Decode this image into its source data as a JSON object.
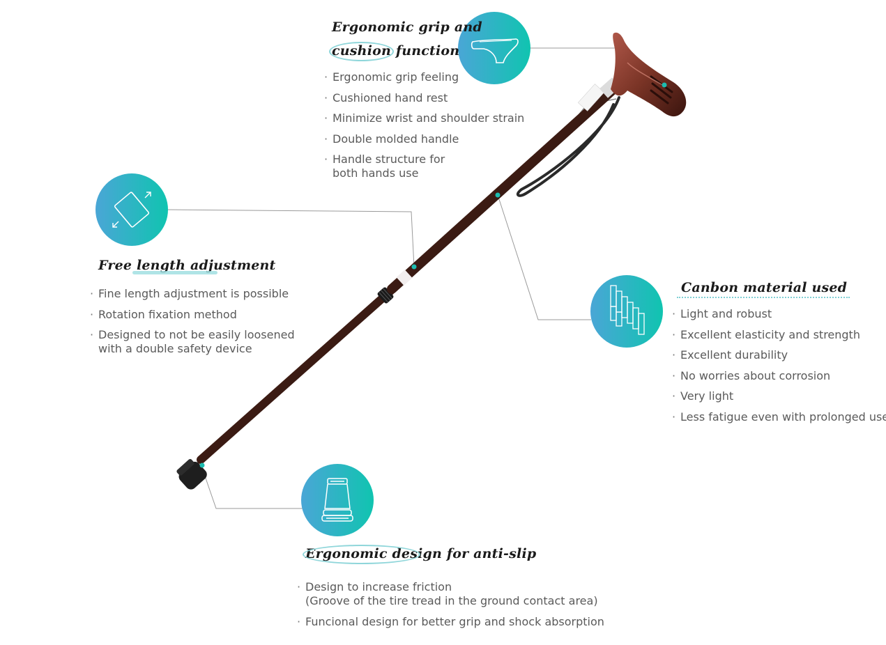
{
  "colors": {
    "accent_start": "#4aa6d6",
    "accent_end": "#12c2b2",
    "cane": "#3a1a12",
    "text": "#5a5a5a",
    "title": "#1a1a1a"
  },
  "grip": {
    "title_line1": "Ergonomic grip and",
    "title_hl": "cushion",
    "title_rest": " function",
    "icon": "cane-handle-icon",
    "bullets": [
      "Ergonomic grip feeling",
      "Cushioned hand rest",
      "Minimize wrist and shoulder strain",
      "Double molded handle"
    ],
    "bullet_last": [
      "Handle structure for",
      "both hands use"
    ]
  },
  "length": {
    "title_pre": "Free ",
    "title_ul": "length adj",
    "title_rest": "ustment",
    "icon": "resize-icon",
    "bullets": [
      "Fine length adjustment is possible",
      "Rotation fixation method"
    ],
    "bullet_last": [
      "Designed to not be easily loosened",
      "with a double safety device"
    ]
  },
  "carbon": {
    "title": "Canbon material used",
    "icon": "carbon-weave-icon",
    "bullets": [
      "Light and robust",
      "Excellent elasticity and strength",
      "Excellent durability",
      "No worries about corrosion",
      "Very light",
      "Less fatigue even with prolonged use"
    ]
  },
  "antislip": {
    "title_hl": "Ergonomic des",
    "title_rest": "ign for anti-slip",
    "icon": "rubber-tip-icon",
    "bullet_first": [
      "Design to increase friction",
      "(Groove of the tire tread in the ground contact area)"
    ],
    "bullets": [
      "Funcional design for better grip and shock absorption"
    ]
  }
}
